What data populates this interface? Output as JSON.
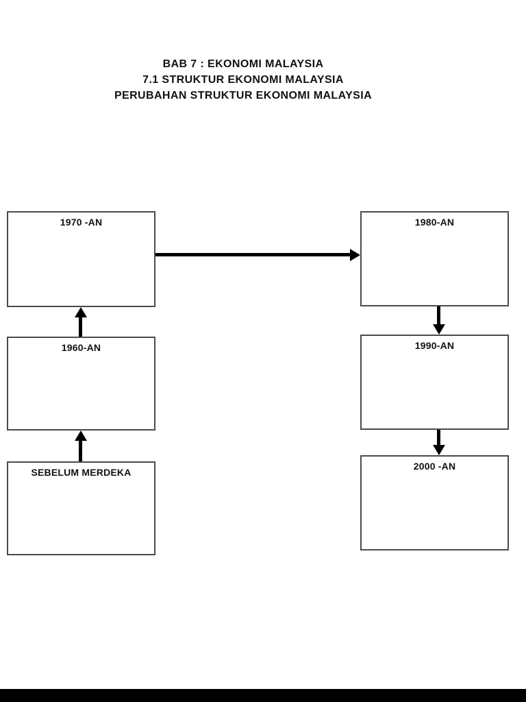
{
  "header": {
    "lines": [
      "BAB 7 : EKONOMI MALAYSIA",
      "7.1 STRUKTUR EKONOMI MALAYSIA",
      "PERUBAHAN STRUKTUR EKONOMI MALAYSIA"
    ]
  },
  "diagram": {
    "boxes": [
      {
        "id": "sebelum-merdeka",
        "label": "SEBELUM MERDEKA"
      },
      {
        "id": "1960-an",
        "label": "1960-AN"
      },
      {
        "id": "1970-an",
        "label": "1970 -AN"
      },
      {
        "id": "1980-an",
        "label": "1980-AN"
      },
      {
        "id": "1990-an",
        "label": "1990-AN"
      },
      {
        "id": "2000-an",
        "label": "2000 -AN"
      }
    ],
    "connections": [
      {
        "from": "SEBELUM MERDEKA",
        "to": "1960-AN",
        "direction": "up"
      },
      {
        "from": "1960-AN",
        "to": "1970 -AN",
        "direction": "up"
      },
      {
        "from": "1970 -AN",
        "to": "1980-AN",
        "direction": "right"
      },
      {
        "from": "1980-AN",
        "to": "1990-AN",
        "direction": "down"
      },
      {
        "from": "1990-AN",
        "to": "2000 -AN",
        "direction": "down"
      }
    ]
  },
  "colors": {
    "page_bg": "#ffffff",
    "text": "#111111",
    "box_border": "#4a4a4a",
    "arrow": "#000000",
    "footer_bar": "#000000"
  }
}
